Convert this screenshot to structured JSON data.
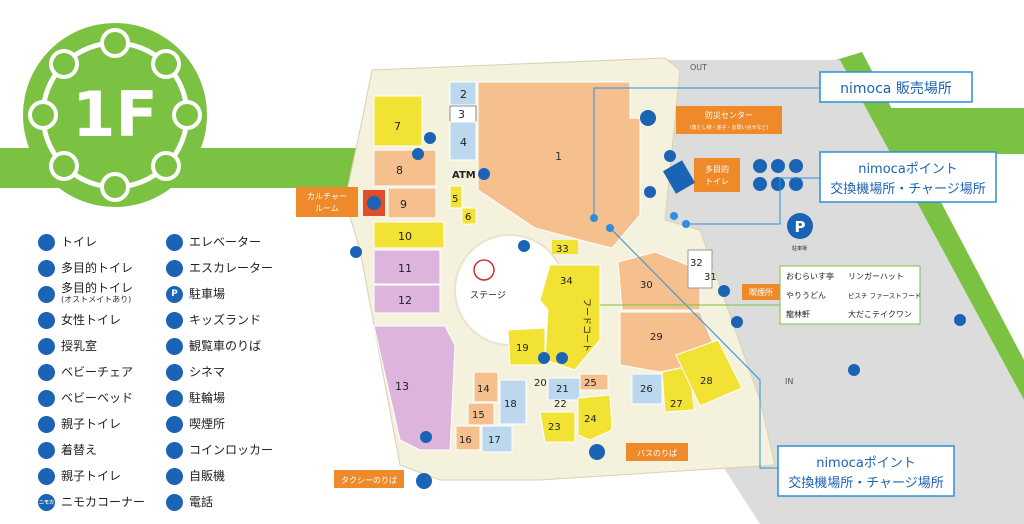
{
  "floor": {
    "label": "1F"
  },
  "legend_left": [
    {
      "icon": "restroom-icon",
      "label": "トイレ"
    },
    {
      "icon": "accessible-toilet-icon",
      "label": "多目的トイレ"
    },
    {
      "icon": "ostomate-toilet-icon",
      "label": "多目的トイレ",
      "sub": "(オストメイトあり)"
    },
    {
      "icon": "womens-toilet-icon",
      "label": "女性トイレ"
    },
    {
      "icon": "nursing-room-icon",
      "label": "授乳室"
    },
    {
      "icon": "baby-chair-icon",
      "label": "ベビーチェア"
    },
    {
      "icon": "baby-bed-icon",
      "label": "ベビーベッド"
    },
    {
      "icon": "family-toilet-icon",
      "label": "親子トイレ"
    },
    {
      "icon": "changing-room-icon",
      "label": "着替え"
    },
    {
      "icon": "parent-child-toilet-icon",
      "label": "親子トイレ"
    },
    {
      "icon": "nimoca-icon",
      "label": "ニモカコーナー",
      "glyph": "ニモカ"
    }
  ],
  "legend_right": [
    {
      "icon": "elevator-icon",
      "label": "エレベーター"
    },
    {
      "icon": "escalator-icon",
      "label": "エスカレーター"
    },
    {
      "icon": "parking-icon",
      "label": "駐車場",
      "glyph": "P"
    },
    {
      "icon": "kids-land-icon",
      "label": "キッズランド"
    },
    {
      "icon": "ferris-wheel-icon",
      "label": "観覧車のりば"
    },
    {
      "icon": "cinema-icon",
      "label": "シネマ"
    },
    {
      "icon": "bicycle-parking-icon",
      "label": "駐輪場"
    },
    {
      "icon": "smoking-area-icon",
      "label": "喫煙所"
    },
    {
      "icon": "coin-locker-icon",
      "label": "コインロッカー"
    },
    {
      "icon": "vending-machine-icon",
      "label": "自販機"
    },
    {
      "icon": "telephone-icon",
      "label": "電話"
    }
  ],
  "stores": {
    "s1": "1",
    "s2": "2",
    "s3": "3",
    "s4": "4",
    "s5": "5",
    "s6": "6",
    "s7": "7",
    "s8": "8",
    "s9": "9",
    "s10": "10",
    "s11": "11",
    "s12": "12",
    "s13": "13",
    "s14": "14",
    "s15": "15",
    "s16": "16",
    "s17": "17",
    "s18": "18",
    "s19": "19",
    "s20": "20",
    "s21": "21",
    "s22": "22",
    "s23": "23",
    "s24": "24",
    "s25": "25",
    "s26": "26",
    "s27": "27",
    "s28": "28",
    "s29": "29",
    "s30": "30",
    "s31": "31",
    "s32": "32",
    "s33": "33",
    "s34": "34"
  },
  "places": {
    "atm": "ATM",
    "stage": "ステージ",
    "food_court": "フードコート",
    "culture_room": [
      "カルチャー",
      "ルーム"
    ],
    "disaster_center": "防災センター",
    "disaster_center_sub": "(落とし物・迷子・お問い合せなど)",
    "multi_toilet": [
      "多目的",
      "トイレ"
    ],
    "smoking": "喫煙所",
    "bus_stop": "バスのりば",
    "taxi_stop": "タクシーのりば",
    "out": "OUT",
    "in": "IN",
    "parking_small": "駐車場"
  },
  "food_court_shops": [
    [
      "おむらいす亭",
      "リンガーハット"
    ],
    [
      "やりうどん",
      "ピスチ ファーストフード"
    ],
    [
      "龍林軒",
      "大だこテイクワン"
    ]
  ],
  "callouts": {
    "nimoca_sales": "nimoca 販売場所",
    "nimoca_point_top": [
      "nimocaポイント",
      "交換機場所・チャージ場所"
    ],
    "nimoca_point_bottom": [
      "nimocaポイント",
      "交換機場所・チャージ場所"
    ]
  },
  "colors": {
    "green": "#7cc242",
    "orange_store": "#f6c08e",
    "yellow_store": "#f2e234",
    "pink_store": "#dcb4dc",
    "blue_store": "#bcd8ee",
    "callout_orange": "#ef8a2a",
    "icon_blue": "#1b63b4"
  }
}
